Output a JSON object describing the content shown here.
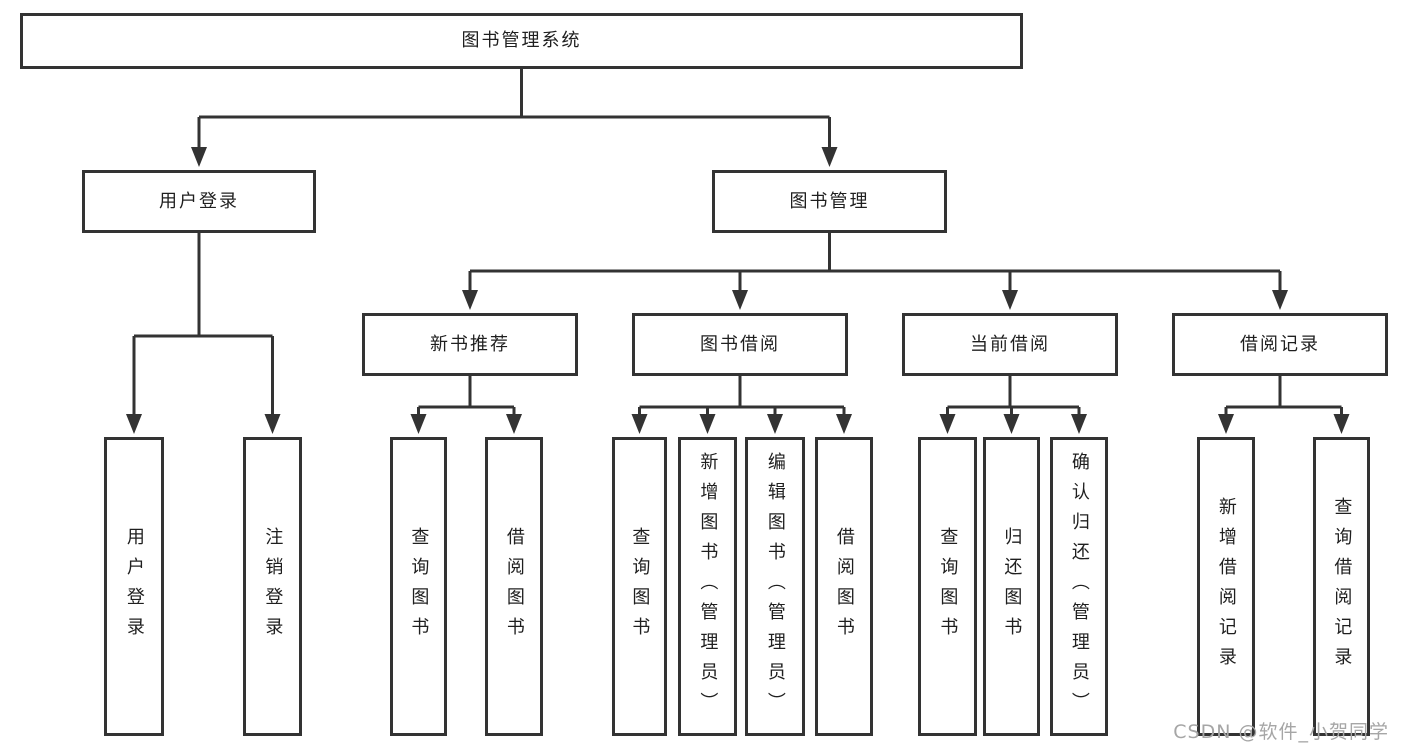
{
  "diagram": {
    "title_node": "图书管理系统",
    "type": "hierarchy-tree"
  },
  "nodes": [
    {
      "id": "root",
      "label": "图书管理系统",
      "parent": null
    },
    {
      "id": "user-login",
      "label": "用户登录",
      "parent": "root"
    },
    {
      "id": "book-mgmt",
      "label": "图书管理",
      "parent": "root"
    },
    {
      "id": "new-book-rec",
      "label": "新书推荐",
      "parent": "book-mgmt"
    },
    {
      "id": "book-borrow",
      "label": "图书借阅",
      "parent": "book-mgmt"
    },
    {
      "id": "current-borrow",
      "label": "当前借阅",
      "parent": "book-mgmt"
    },
    {
      "id": "borrow-record",
      "label": "借阅记录",
      "parent": "book-mgmt"
    },
    {
      "id": "leaf-user-login",
      "label": "用户登录",
      "parent": "user-login"
    },
    {
      "id": "leaf-logout",
      "label": "注销登录",
      "parent": "user-login"
    },
    {
      "id": "leaf-query-book-1",
      "label": "查询图书",
      "parent": "new-book-rec"
    },
    {
      "id": "leaf-borrow-book-1",
      "label": "借阅图书",
      "parent": "new-book-rec"
    },
    {
      "id": "leaf-query-book-2",
      "label": "查询图书",
      "parent": "book-borrow"
    },
    {
      "id": "leaf-add-book",
      "label": "新增图书（管理员）",
      "parent": "book-borrow"
    },
    {
      "id": "leaf-edit-book",
      "label": "编辑图书（管理员）",
      "parent": "book-borrow"
    },
    {
      "id": "leaf-borrow-book-2",
      "label": "借阅图书",
      "parent": "book-borrow"
    },
    {
      "id": "leaf-query-book-3",
      "label": "查询图书",
      "parent": "current-borrow"
    },
    {
      "id": "leaf-return-book",
      "label": "归还图书",
      "parent": "current-borrow"
    },
    {
      "id": "leaf-confirm-return",
      "label": "确认归还（管理员）",
      "parent": "current-borrow"
    },
    {
      "id": "leaf-add-borrow-record",
      "label": "新增借阅记录",
      "parent": "borrow-record"
    },
    {
      "id": "leaf-query-borrow-record",
      "label": "查询借阅记录",
      "parent": "borrow-record"
    }
  ],
  "watermark": {
    "text": "CSDN @软件_小贺同学"
  },
  "colors": {
    "line": "#333333",
    "box_border": "#333333",
    "text": "#1f1f1f",
    "background": "#ffffff",
    "watermark": "#a6a6a6"
  }
}
